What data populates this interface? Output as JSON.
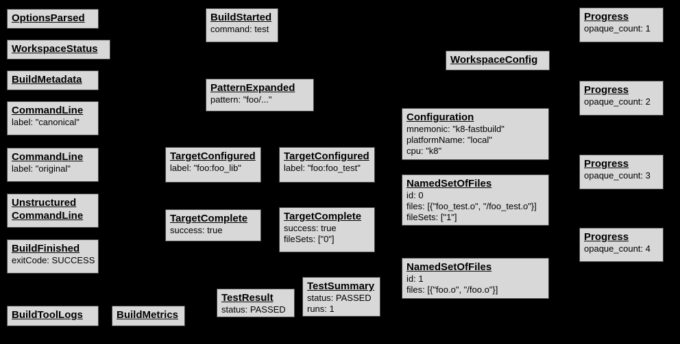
{
  "diagram": {
    "description": "Build event protocol flow diagram",
    "colors": {
      "background": "#000000",
      "box_fill": "#d8d8d8",
      "box_border": "#4a4a4a",
      "text": "#000000"
    },
    "boxes": [
      {
        "title": "OptionsParsed",
        "lines": []
      },
      {
        "title": "WorkspaceStatus",
        "lines": []
      },
      {
        "title": "BuildMetadata",
        "lines": []
      },
      {
        "title": "CommandLine",
        "lines": [
          "label: \"canonical\""
        ]
      },
      {
        "title": "CommandLine",
        "lines": [
          "label: \"original\""
        ]
      },
      {
        "title": "Unstructured CommandLine",
        "lines": []
      },
      {
        "title": "BuildFinished",
        "lines": [
          "exitCode: SUCCESS"
        ]
      },
      {
        "title": "BuildToolLogs",
        "lines": []
      },
      {
        "title": "BuildMetrics",
        "lines": []
      },
      {
        "title": "BuildStarted",
        "lines": [
          "command: test"
        ]
      },
      {
        "title": "PatternExpanded",
        "lines": [
          "pattern: \"foo/...\""
        ]
      },
      {
        "title": "TargetConfigured",
        "lines": [
          "label: \"foo:foo_lib\""
        ]
      },
      {
        "title": "TargetConfigured",
        "lines": [
          "label: \"foo:foo_test\""
        ]
      },
      {
        "title": "TargetComplete",
        "lines": [
          "success: true"
        ]
      },
      {
        "title": "TargetComplete",
        "lines": [
          "success: true",
          "fileSets: [\"0\"]"
        ]
      },
      {
        "title": "TestResult",
        "lines": [
          "status: PASSED"
        ]
      },
      {
        "title": "TestSummary",
        "lines": [
          "status: PASSED",
          "runs: 1"
        ]
      },
      {
        "title": "WorkspaceConfig",
        "lines": []
      },
      {
        "title": "Configuration",
        "lines": [
          "mnemonic: \"k8-fastbuild\"",
          "platformName: \"local\"",
          "cpu: \"k8\""
        ]
      },
      {
        "title": "NamedSetOfFiles",
        "lines": [
          "id: 0",
          "files: [{\"foo_test.o\", \"/foo_test.o\"}]",
          "fileSets: [\"1\"]"
        ]
      },
      {
        "title": "NamedSetOfFiles",
        "lines": [
          "id: 1",
          "files: [{\"foo.o\", \"/foo.o\"}]"
        ]
      },
      {
        "title": "Progress",
        "lines": [
          "opaque_count: 1"
        ]
      },
      {
        "title": "Progress",
        "lines": [
          "opaque_count: 2"
        ]
      },
      {
        "title": "Progress",
        "lines": [
          "opaque_count: 3"
        ]
      },
      {
        "title": "Progress",
        "lines": [
          "opaque_count: 4"
        ]
      }
    ]
  }
}
